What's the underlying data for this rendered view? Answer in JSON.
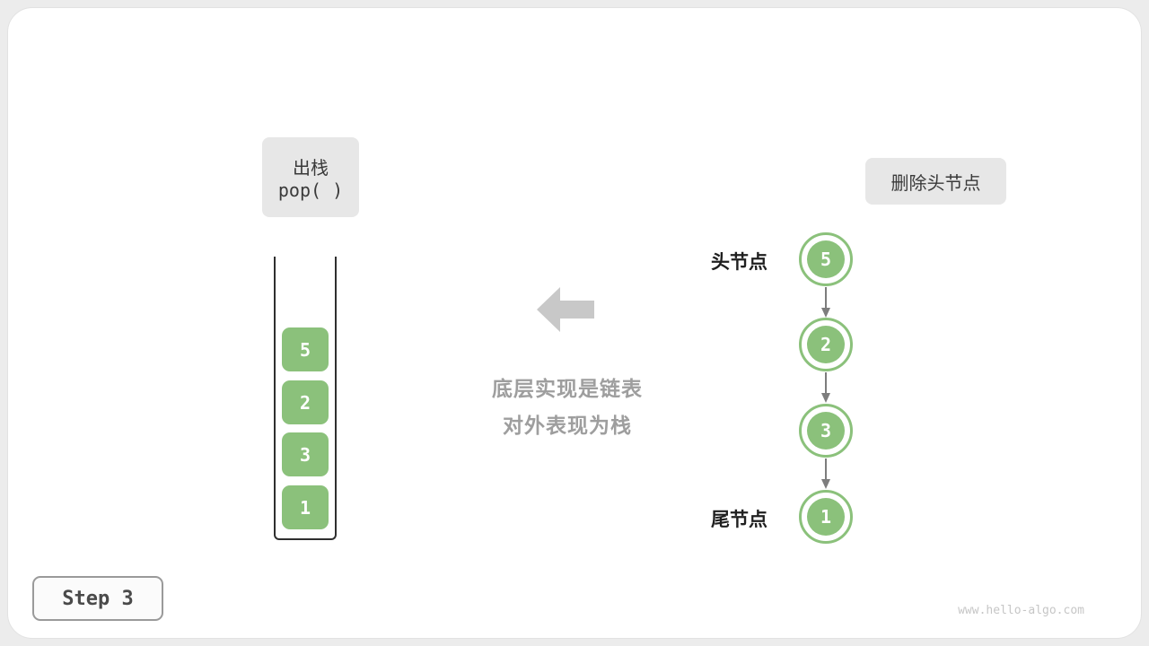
{
  "colors": {
    "green": "#8bc17b",
    "chip_bg": "#e7e7e7",
    "big_arrow_gray": "#c8c8c8",
    "caption_gray": "#9e9e9e"
  },
  "stack_panel": {
    "title_line1": "出栈",
    "title_line2": "pop( )",
    "items": [
      "5",
      "2",
      "3",
      "1"
    ]
  },
  "caption": {
    "line1": "底层实现是链表",
    "line2": "对外表现为栈"
  },
  "linked_list": {
    "title": "删除头节点",
    "head_label": "头节点",
    "tail_label": "尾节点",
    "nodes": [
      "5",
      "2",
      "3",
      "1"
    ]
  },
  "footer": {
    "step": "Step 3",
    "watermark": "www.hello-algo.com"
  }
}
